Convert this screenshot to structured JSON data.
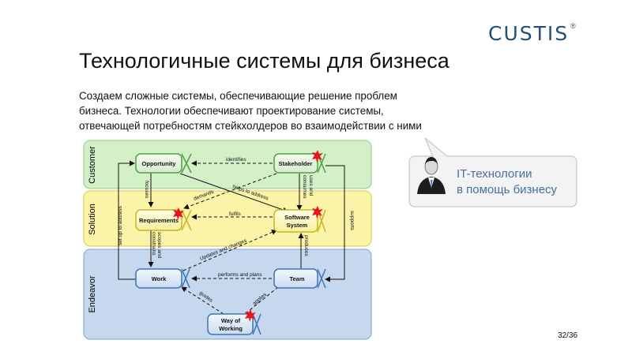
{
  "logo": {
    "text": "CUSTIS",
    "reg": "®"
  },
  "slide": {
    "title": "Технологичные системы для бизнеса",
    "lead": [
      "Создаем сложные системы, обеспечивающие решение проблем",
      "бизнеса. Технологии обеспечивают проектирование системы,",
      "отвечающей потребностям стейкхолдеров во взаимодействии с ними"
    ],
    "callout": [
      "IT-технологии",
      "в помощь бизнесу"
    ],
    "page_number": "32/36"
  },
  "diagram": {
    "bands": {
      "customer": "Customer",
      "solution": "Solution",
      "endeavor": "Endeavor"
    },
    "nodes": {
      "opportunity": "Opportunity",
      "stakeholder": "Stakeholder",
      "requirements": "Requirements",
      "software_system": [
        "Software",
        "System"
      ],
      "work": "Work",
      "team": "Team",
      "way_of_working": [
        "Way of",
        "Working"
      ]
    },
    "edges": {
      "identifies": "identifies",
      "focuses": "focuses",
      "demands": "demands",
      "helps_to_address": "helps to address",
      "uses_and_consumes": [
        "uses and",
        "consumes"
      ],
      "fulfils": "fulfils",
      "supports": "supports",
      "set_up_to_address": "set up to address",
      "scopes_and_constrains": [
        "scopes and",
        "constrains"
      ],
      "updates_and_changes": "Updates and changes",
      "produces": "produces",
      "performs_and_plans": "performs and plans",
      "guides": "guides",
      "applies": "applies"
    },
    "colors": {
      "customer_band": "#d4f0c8",
      "solution_band": "#fbf4a8",
      "endeavor_band": "#c6d8ee",
      "marker": "#e8141a",
      "callout_text": "#4a6fa0"
    }
  }
}
